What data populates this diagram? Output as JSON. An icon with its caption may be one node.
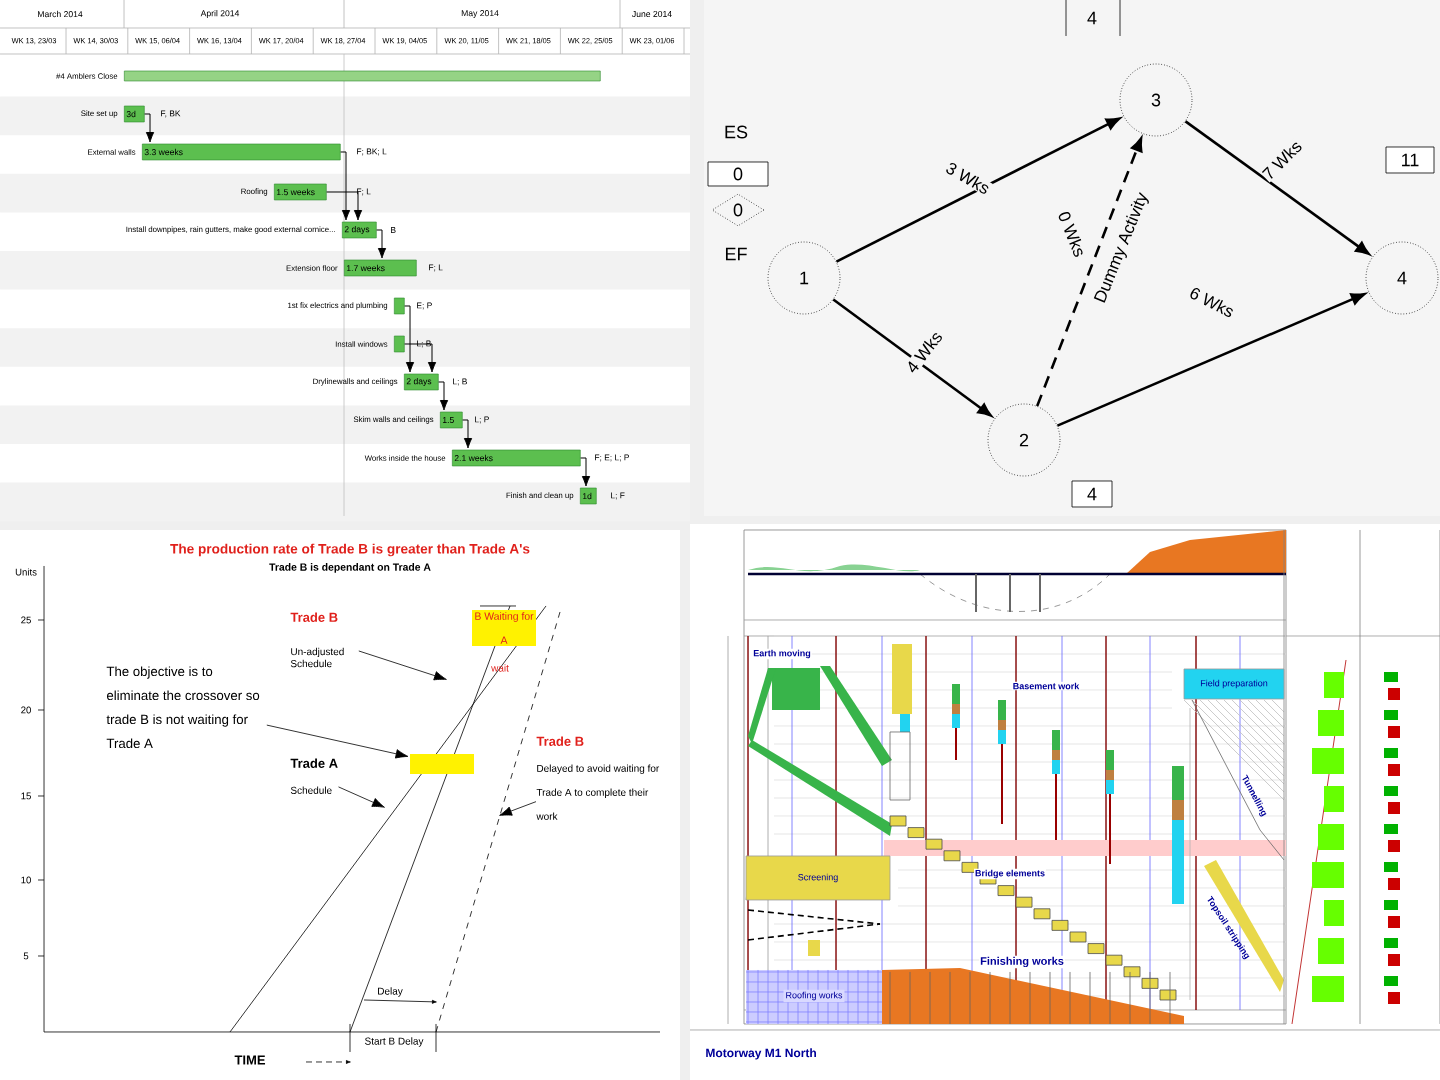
{
  "diagram": {
    "nodes": [
      {
        "text": [],
        "shape": "bar",
        "beside": [
          "#4 Amblers Close"
        ]
      },
      {
        "text": [
          "3d"
        ],
        "beside": [
          "Site set up",
          "F, BK"
        ]
      },
      {
        "text": [
          "3.3 weeks"
        ],
        "beside": [
          "External walls",
          "F; BK; L"
        ]
      },
      {
        "text": [
          "1.5 weeks"
        ],
        "beside": [
          "Roofing",
          "F; L"
        ]
      },
      {
        "text": [
          "2 days"
        ],
        "beside": [
          "Install downpipes, rain gutters, make good external cornice...",
          "B"
        ]
      },
      {
        "text": [
          "1.7 weeks"
        ],
        "beside": [
          "Extension floor",
          "F; L"
        ]
      },
      {
        "text": [],
        "shape": "bar",
        "beside": [
          "1st fix electrics and plumbing",
          "E; P"
        ]
      },
      {
        "text": [],
        "shape": "bar",
        "beside": [
          "Install windows",
          "L; B"
        ]
      },
      {
        "text": [
          "2 days"
        ],
        "beside": [
          "Drylinewalls and ceilings",
          "L; B"
        ]
      },
      {
        "text": [
          "1.5"
        ],
        "beside": [
          "Skim walls and ceilings",
          "L; P"
        ]
      },
      {
        "text": [
          "2.1 weeks"
        ],
        "beside": [
          "Works inside the house",
          "F; E; L; P"
        ]
      },
      {
        "text": [
          "1d"
        ],
        "beside": [
          "Finish and clean up",
          "L; F"
        ]
      },
      {
        "text": [
          "4"
        ]
      },
      {
        "text": [
          "0"
        ]
      },
      {
        "text": [
          "0"
        ]
      },
      {
        "text": [
          "1"
        ]
      },
      {
        "text": [
          "3"
        ]
      },
      {
        "text": [
          "11"
        ]
      },
      {
        "text": [
          "4"
        ]
      },
      {
        "text": [
          "2"
        ]
      },
      {
        "text": [
          "4"
        ]
      },
      {
        "text": [
          "B Waiting for A"
        ]
      },
      {
        "text": [
          "Trade B",
          "Un-adjusted Schedule"
        ]
      },
      {
        "text": [
          "The objective is to eliminate the crossover so trade B is not waiting for Trade A"
        ]
      },
      {
        "text": [],
        "shape": "box"
      },
      {
        "text": [
          "Trade A",
          "Schedule"
        ]
      },
      {
        "text": [
          "Trade B",
          "Delayed to avoid waiting for Trade A to complete their work"
        ]
      },
      {
        "text": [
          "Field preparation"
        ]
      },
      {
        "text": [
          "Screening"
        ]
      },
      {
        "text": [
          "Roofing works"
        ]
      }
    ],
    "edges": [
      {
        "from": 1,
        "to": 2,
        "arrow": "to"
      },
      {
        "from": 2,
        "to": 4,
        "arrow": "to"
      },
      {
        "from": 3,
        "to": 4,
        "arrow": "to"
      },
      {
        "from": 4,
        "to": 5,
        "arrow": "to"
      },
      {
        "from": 6,
        "to": 8,
        "arrow": "to"
      },
      {
        "from": 7,
        "to": 8,
        "arrow": "to"
      },
      {
        "from": 8,
        "to": 9,
        "arrow": "to"
      },
      {
        "from": 9,
        "to": 10,
        "arrow": "to"
      },
      {
        "from": 10,
        "to": 11,
        "arrow": "to"
      },
      {
        "from": 15,
        "to": 16,
        "arrow": "to",
        "label": "3 Wks"
      },
      {
        "from": 15,
        "to": 19,
        "arrow": "to",
        "label": "4 Wks"
      },
      {
        "from": 19,
        "to": 16,
        "arrow": "to",
        "label": "0 Wks",
        "style": "dashed"
      },
      {
        "from": 16,
        "to": 18,
        "arrow": "to",
        "label": "7 Wks"
      },
      {
        "from": 19,
        "to": 18,
        "arrow": "to",
        "label": "6 Wks"
      },
      {
        "from": 22,
        "to": null,
        "arrow": "to"
      },
      {
        "from": 23,
        "to": 24,
        "arrow": "to"
      },
      {
        "from": 25,
        "to": null,
        "arrow": "to"
      },
      {
        "from": 26,
        "to": null,
        "arrow": "to"
      }
    ],
    "labels": [
      "March 2014",
      "April 2014",
      "May 2014",
      "June 2014",
      "WK 13, 23/03",
      "WK 14, 30/03",
      "WK 15, 06/04",
      "WK 16, 13/04",
      "WK 17, 20/04",
      "WK 18, 27/04",
      "WK 19, 04/05",
      "WK 20, 11/05",
      "WK 21, 18/05",
      "WK 22, 25/05",
      "WK 23, 01/06",
      "ES",
      "EF",
      "Dummy Activity",
      "The production rate of Trade B is greater than Trade A's",
      "Units",
      "Trade B is dependant on Trade A",
      "25",
      "20",
      "15",
      "10",
      "5",
      "wait",
      "Delay",
      "Start B Delay",
      "TIME",
      "Earth moving",
      "Basement work",
      "Bridge elements",
      "Tunnelling",
      "Topsoil stripping",
      "Finishing works",
      "Motorway M1 North"
    ]
  }
}
